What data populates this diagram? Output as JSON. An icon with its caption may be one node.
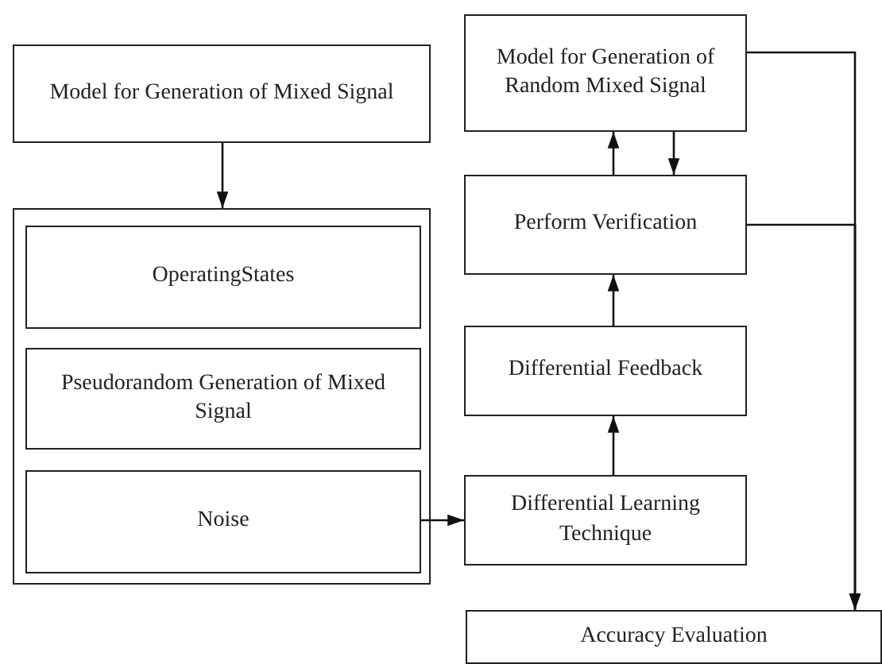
{
  "diagram": {
    "nodes": [
      {
        "text": [
          "Model for Generation of Mixed Signal"
        ]
      },
      {
        "text": [],
        "shape": "box"
      },
      {
        "text": [
          "OperatingStates"
        ],
        "in": 1
      },
      {
        "text": [
          "Pseudorandom Generation of Mixed Signal"
        ],
        "in": 1
      },
      {
        "text": [
          "Noise"
        ],
        "in": 1
      },
      {
        "text": [
          "Model for Generation of Random Mixed Signal"
        ]
      },
      {
        "text": [
          "Perform Verification"
        ]
      },
      {
        "text": [
          "Differential Feedback"
        ]
      },
      {
        "text": [
          "Differential Learning Technique"
        ]
      },
      {
        "text": [
          "Accuracy Evaluation"
        ]
      }
    ],
    "edges": [
      {
        "from": 0,
        "to": 1,
        "arrow": "to"
      },
      {
        "from": 6,
        "to": 5,
        "arrow": "to"
      },
      {
        "from": 5,
        "to": 6,
        "arrow": "to"
      },
      {
        "from": 7,
        "to": 6,
        "arrow": "to"
      },
      {
        "from": 8,
        "to": 7,
        "arrow": "to"
      },
      {
        "from": 4,
        "to": 8,
        "arrow": "to"
      },
      {
        "from": 5,
        "to": 9,
        "arrow": "to"
      },
      {
        "from": 6,
        "to": 9,
        "arrow": "to"
      }
    ]
  }
}
